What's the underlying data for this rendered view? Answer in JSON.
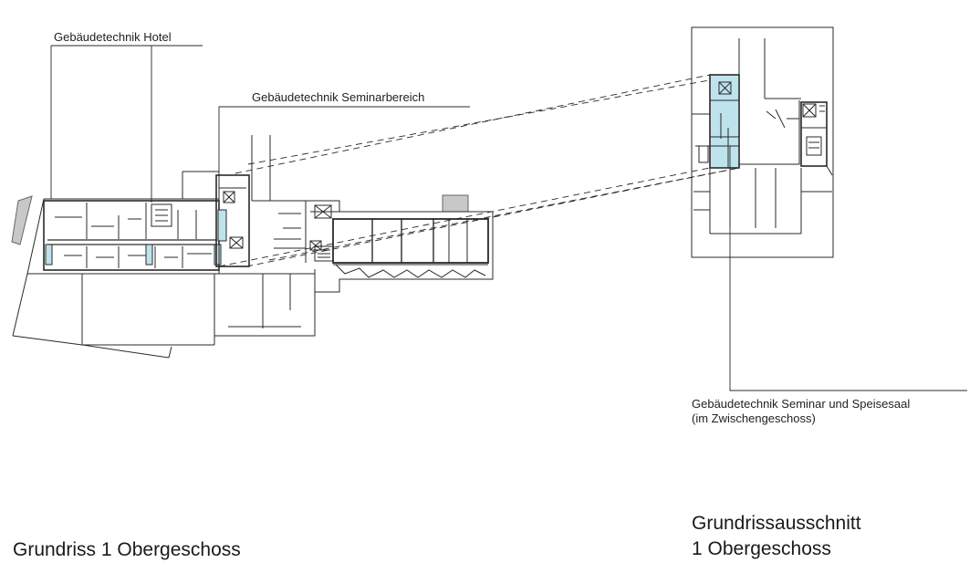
{
  "labels": {
    "hotel": "Gebäudetechnik Hotel",
    "seminar": "Gebäudetechnik Seminarbereich",
    "speisesaal_line1": "Gebäudetechnik Seminar und Speisesaal",
    "speisesaal_line2": "(im Zwischengeschoss)"
  },
  "titles": {
    "main": "Grundriss 1 Obergeschoss",
    "detail_line1": "Grundrissausschnitt",
    "detail_line2": "1 Obergeschoss"
  },
  "colors": {
    "line": "#2a2a2a",
    "highlight": "#bfe3ec",
    "gray_block": "#c8c8c8"
  }
}
